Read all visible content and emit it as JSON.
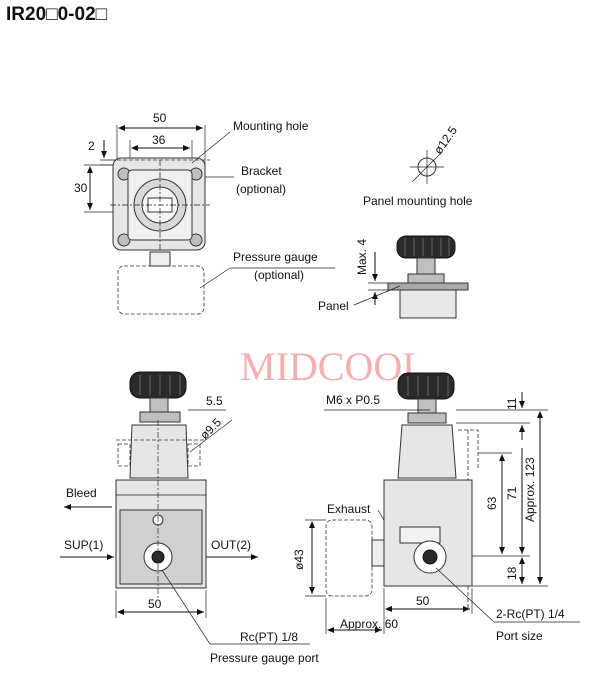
{
  "title": "IR20□0-02□",
  "watermark": "MIDCOOL",
  "top_view": {
    "dim_50": "50",
    "dim_36": "36",
    "dim_2": "2",
    "dim_30": "30",
    "mounting_hole": "Mounting hole",
    "bracket": "Bracket",
    "bracket_optional": "(optional)",
    "pressure_gauge": "Pressure gauge",
    "gauge_optional": "(optional)"
  },
  "panel_view": {
    "dia_label": "ø12.5",
    "panel_mounting_hole": "Panel mounting hole",
    "max4": "Max. 4",
    "panel": "Panel"
  },
  "front_view": {
    "dim_55": "5.5",
    "dim_95": "ø9.5",
    "bleed": "Bleed",
    "sup": "SUP(1)",
    "out": "OUT(2)",
    "dim_50": "50",
    "rc18": "Rc(PT) 1/8",
    "gauge_port": "Pressure gauge port"
  },
  "side_view": {
    "thread": "M6 x P0.5",
    "exhaust": "Exhaust",
    "dim_43": "ø43",
    "dim_11": "11",
    "dim_63": "63",
    "dim_71": "71",
    "dim_123": "Approx. 123",
    "dim_18": "18",
    "dim_50": "50",
    "approx60": "Approx. 60",
    "port_rc": "2-Rc(PT) 1/4",
    "port_size": "Port size"
  }
}
